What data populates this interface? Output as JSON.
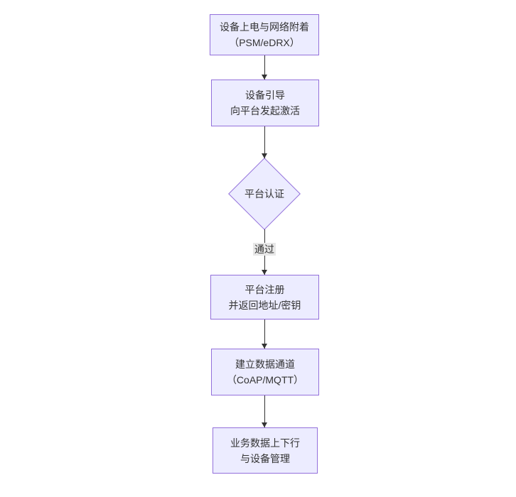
{
  "diagram": {
    "type": "flowchart",
    "direction": "top-down",
    "colors": {
      "background": "#ffffff",
      "node_fill": "#ececff",
      "node_border": "#9370db",
      "text": "#333333",
      "arrow": "#333333",
      "edge_label_background": "#e8e8e8"
    },
    "nodes": [
      {
        "shape": "rect",
        "line1": "设备上电与网络附着",
        "line2": "（PSM/eDRX）"
      },
      {
        "shape": "rect",
        "line1": "设备引导",
        "line2": "向平台发起激活"
      },
      {
        "shape": "diamond",
        "line1": "平台认证"
      },
      {
        "shape": "rect",
        "line1": "平台注册",
        "line2": "并返回地址/密钥"
      },
      {
        "shape": "rect",
        "line1": "建立数据通道",
        "line2": "（CoAP/MQTT）"
      },
      {
        "shape": "rect",
        "line1": "业务数据上下行",
        "line2": "与设备管理"
      }
    ],
    "edges": [
      {
        "label": ""
      },
      {
        "label": ""
      },
      {
        "label": "通过"
      },
      {
        "label": ""
      },
      {
        "label": ""
      }
    ]
  }
}
